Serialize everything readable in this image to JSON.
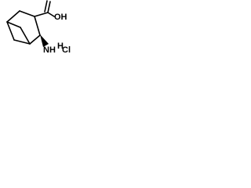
{
  "molecule": {
    "carboxyl_label": "OH",
    "amine_label": "NH",
    "salt_label": "Cl",
    "salt_hydrogen_label": "H"
  },
  "colors": {
    "bond": "#000000",
    "text": "#000000",
    "background": "#ffffff"
  }
}
